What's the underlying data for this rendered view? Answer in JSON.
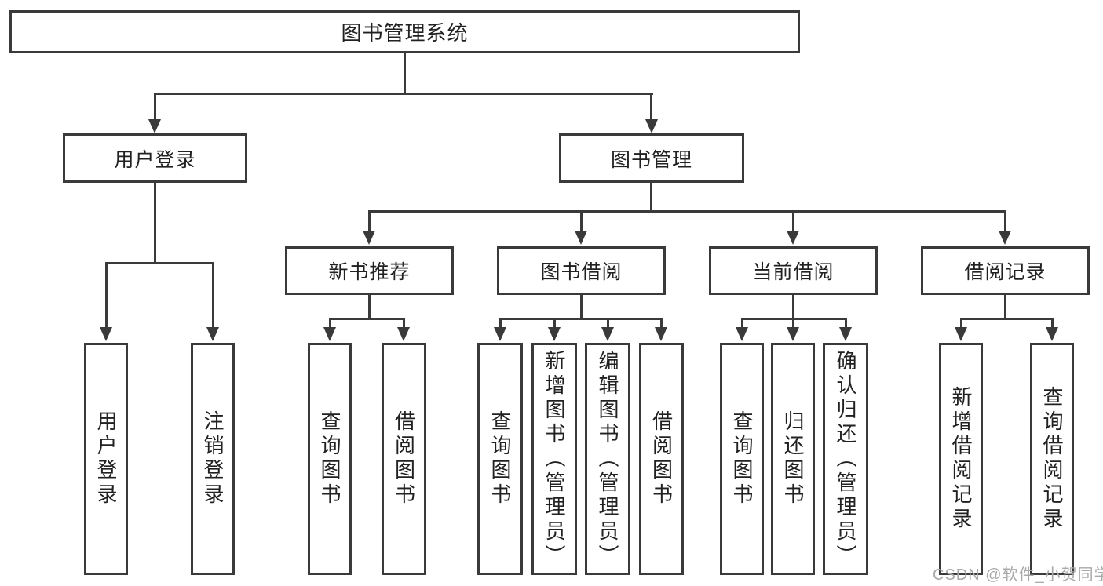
{
  "title": "图书管理系统",
  "tree": {
    "root": {
      "label": "图书管理系统",
      "children": [
        {
          "label": "用户登录",
          "children": [
            {
              "label": "用户登录"
            },
            {
              "label": "注销登录"
            }
          ]
        },
        {
          "label": "图书管理",
          "children": [
            {
              "label": "新书推荐",
              "children": [
                {
                  "label": "查询图书"
                },
                {
                  "label": "借阅图书"
                }
              ]
            },
            {
              "label": "图书借阅",
              "children": [
                {
                  "label": "查询图书"
                },
                {
                  "label": "新增图书（管理员）"
                },
                {
                  "label": "编辑图书（管理员）"
                },
                {
                  "label": "借阅图书"
                }
              ]
            },
            {
              "label": "当前借阅",
              "children": [
                {
                  "label": "查询图书"
                },
                {
                  "label": "归还图书"
                },
                {
                  "label": "确认归还（管理员）"
                }
              ]
            },
            {
              "label": "借阅记录",
              "children": [
                {
                  "label": "新增借阅记录"
                },
                {
                  "label": "查询借阅记录"
                }
              ]
            }
          ]
        }
      ]
    }
  },
  "watermark": "CSDN @软件_小贺同学",
  "colors": {
    "line": "#3a3a3a",
    "text": "#212121",
    "watermark": "#a9a9a9",
    "background": "#ffffff"
  }
}
